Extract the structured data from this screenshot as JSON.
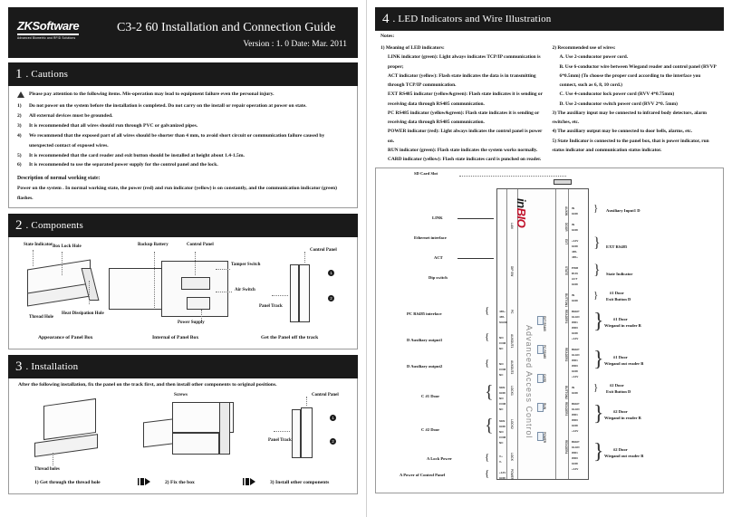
{
  "header": {
    "logo_main": "ZKSoftware",
    "logo_sub": "Advanced Biometric and RFID Solutions",
    "title": "C3-2 60  Installation and Connection Guide",
    "version": "Version : 1. 0 Date: Mar. 2011"
  },
  "sections": {
    "cautions": {
      "number": "1",
      "title": "Cautions",
      "warning": "Please pay attention to  the following items. Mis-operation may lead to equipment failure even the personal injury.",
      "items": [
        {
          "mark": "1)",
          "text": "Do not power on the system before the installation is completed. Do not carry on the install or repair operation at power on state."
        },
        {
          "mark": "2)",
          "text": "All external devices must be grounded."
        },
        {
          "mark": "3)",
          "text": "It is recommended that all wires should run through PVC or galvanized pipes."
        },
        {
          "mark": "4)",
          "text": "We recommend that the exposed part of all wires should be shorter than 4 mm, to avoid short circuit or communication failure caused by unexpected contact of exposed wires."
        },
        {
          "mark": "5)",
          "text": "It is recommended that the card reader and exit button should be installed at height about 1.4-1.5m."
        },
        {
          "mark": "6)",
          "text": "It is recommended to use the separated power supply for the control panel and the lock."
        }
      ],
      "desc_title": "Description of normal working state:",
      "desc_body": "Power on the system . In normal working state, the power (red) and run indicator (yellow) is on constantly, and the communication indicator (green) flashes."
    },
    "components": {
      "number": "2",
      "title": "Components",
      "labels": {
        "state_indicator": "State Indicator",
        "box_lock_hole": "Box Lock Hole",
        "thread_hole": "Thread Hole",
        "heat_dissipation_hole": "Heat Dissipation  Hole",
        "backup_battery": "Backup Battery",
        "control_panel": "Control Panel",
        "tamper_switch": "Tamper  Switch",
        "air_switch": "Air Switch",
        "power_supply": "Power  Supply",
        "panel_track": "Panel Track",
        "control_panel_right": "Control  Panel"
      },
      "captions": [
        "Appearance of Panel Box",
        "Internal of Panel Box",
        "Get the Panel off the track"
      ],
      "step_markers": [
        "1",
        "2"
      ]
    },
    "installation": {
      "number": "3",
      "title": "Installation",
      "lead": "After the following installation, fix the panel on the track first, and then install other  components to original  positions.",
      "labels": {
        "thread_holes": "Thread holes",
        "screws": "Screws",
        "control_panel": "Control  Panel",
        "panel_track": "Panel Track"
      },
      "step_markers": [
        "1",
        "2"
      ],
      "steps": [
        "1) Get through the thread hole",
        "2) Fix the box",
        "3) Install  other  components"
      ]
    },
    "led": {
      "number": "4",
      "title": "LED Indicators and Wire Illustration",
      "notes_heading": "Notes:",
      "left_notes": {
        "heading": "1) Meaning of LED indicators:",
        "items": [
          {
            "name": "LINK",
            "text": " indicator (green): Light always indicates TCP/IP communication is proper;"
          },
          {
            "name": "ACT",
            "text": " indicator (yellow): Flash state indicates the data is in transmitting through TCP/IP communication."
          },
          {
            "name": "EXT RS485",
            "text": " indicator (yellow&green): Flash state indicates it is sending or receiving data through RS485 communication."
          },
          {
            "name": "PC RS485",
            "text": " indicator (yellow&green): Flash state indicates it is sending or receiving data through RS485 communication."
          },
          {
            "name": "POWER",
            "text": "  indicator (red):  Light always indicates the control panel is power on."
          },
          {
            "name": "RUN",
            "text": "  indicator (green): Flash state indicates the system works normally."
          },
          {
            "name": "CARD",
            "text": "  indicator (yellow): Flash state indicates card is punched on reader."
          }
        ]
      },
      "right_notes": {
        "heading": "2) Recommended use of wires:",
        "items": [
          "A. Use 2-conducotor power cord.",
          "B. Use 6-conductor wire between Wiegand reader and control panel (RVVP 6*0.5mm) (To choose the proper cord according to the interface you connect, such as 6, 8, 10 cord.)",
          "C. Use 4-conducotor lock power cord (RVV 4*0.75mm)",
          "D. Use 2-conducotor switch power cord  (RVV  2*0. 5mm)"
        ],
        "extra": [
          "3) The auxiliary input may be connected to infrared body detectors, alarm switches, etc.",
          "4)  The auxiliary output may be connected to door bells, alarms, etc.",
          "5) State Indicator is connected to the panel box, that is power indicator, run status indicator and communication status indicator."
        ]
      },
      "board": {
        "logo_in": "in",
        "logo_bio": "BIO",
        "tagline": "Advanced Access Control",
        "indicator_labels": [
          "EXT RS485",
          "PC RS485",
          "CARD",
          "RUN",
          "POWER"
        ]
      },
      "left_labels": [
        {
          "text": "SD Card Slot"
        },
        {
          "text": "LINK"
        },
        {
          "text": "Ethernet interface"
        },
        {
          "text": "ACT"
        },
        {
          "text": "Dip switch"
        },
        {
          "text": "PC RS485 interface"
        },
        {
          "text": "D Auxiliary output1"
        },
        {
          "text": "D Auxiliary output2"
        },
        {
          "text": "C    #1 Door"
        },
        {
          "text": "C    #2 Door"
        },
        {
          "text": "A   Lock Power"
        },
        {
          "text": "A  Power of Control Panel"
        }
      ],
      "right_labels": [
        {
          "text": "Auxiliary Input1  D"
        },
        {
          "text": "EXT RS485"
        },
        {
          "text": "State Indicator"
        },
        {
          "line1": "#1 Door",
          "line2": "Exit Button    D"
        },
        {
          "line1": "#1 Door",
          "line2": "Wiegand in reader    B"
        },
        {
          "line1": "#1 Door",
          "line2": "Wiegand out reader   B"
        },
        {
          "line1": "#2 Door",
          "line2": "Exit Button    D"
        },
        {
          "line1": "#2 Door",
          "line2": "Wiegand in reader    B"
        },
        {
          "line1": "#2 Door",
          "line2": "Wiegand out reader  B"
        }
      ],
      "left_pin_groups": [
        {
          "vlabel": "LAN",
          "pins": []
        },
        {
          "vlabel": "DIP SW",
          "pins": []
        },
        {
          "vlabel": "PC",
          "pins": [
            "485+",
            "485-",
            "SGND"
          ]
        },
        {
          "vlabel": "AUXOUT1",
          "pins": [
            "NO",
            "COM",
            "NC"
          ]
        },
        {
          "vlabel": "AUXOUT2",
          "pins": [
            "NO",
            "COM",
            "NC"
          ]
        },
        {
          "vlabel": "LOCK1",
          "pins": [
            "SEN",
            "GND",
            "NO",
            "COM",
            "NC"
          ]
        },
        {
          "vlabel": "LOCK2",
          "pins": [
            "SEN",
            "GND",
            "NO",
            "COM",
            "NC"
          ]
        },
        {
          "vlabel": "LOCK",
          "pins": [
            "V+",
            "V-"
          ]
        },
        {
          "vlabel": "POWER",
          "pins": [
            "+12V",
            "GND"
          ]
        }
      ],
      "right_pin_groups": [
        {
          "vlabel": "AUXIN",
          "pins": [
            "IN",
            "GND"
          ]
        },
        {
          "vlabel": "DOOR",
          "pins": [
            "IN",
            "GND"
          ]
        },
        {
          "vlabel": "EXT",
          "pins": [
            "+12V",
            "GND",
            "485-",
            "485+"
          ]
        },
        {
          "vlabel": "STATE",
          "pins": [
            "PWR",
            "RUN",
            "ACT",
            "GND"
          ]
        },
        {
          "vlabel": "BUTTON1",
          "pins": [
            "IN",
            "GND"
          ]
        },
        {
          "vlabel": "READER1",
          "pins": [
            "BEEP",
            "GLED",
            "WD1",
            "WD0",
            "GND",
            "+12V"
          ]
        },
        {
          "vlabel": "READER2",
          "pins": [
            "BEEP",
            "GLED",
            "WD1",
            "WD0",
            "GND",
            "+12V"
          ]
        },
        {
          "vlabel": "BUTTON2",
          "pins": [
            "IN",
            "GND"
          ]
        },
        {
          "vlabel": "READER3",
          "pins": [
            "BEEP",
            "GLED",
            "WD1",
            "WD0",
            "GND",
            "+12V"
          ]
        },
        {
          "vlabel": "READER4",
          "pins": [
            "BEEP",
            "GLED",
            "WD1",
            "WD0",
            "GND",
            "+12V"
          ]
        }
      ]
    }
  }
}
